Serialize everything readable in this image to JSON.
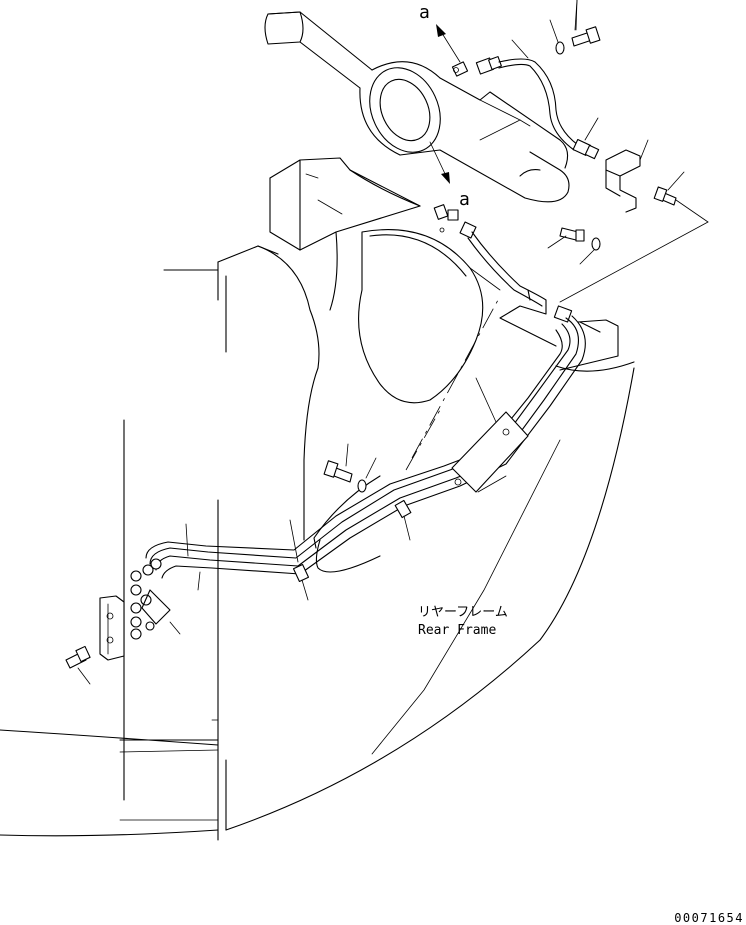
{
  "callouts": {
    "top_arrow_letter": "a",
    "mid_arrow_letter": "a"
  },
  "part_label": {
    "japanese": "リヤーフレーム",
    "english": "Rear Frame"
  },
  "drawing_number": "00071654",
  "icons": {
    "arrow": "arrow-icon",
    "bolt": "bolt-icon",
    "washer": "washer-icon",
    "hose": "hose-icon",
    "fitting": "fitting-icon",
    "bracket": "bracket-icon",
    "clamp": "clamp-icon"
  }
}
